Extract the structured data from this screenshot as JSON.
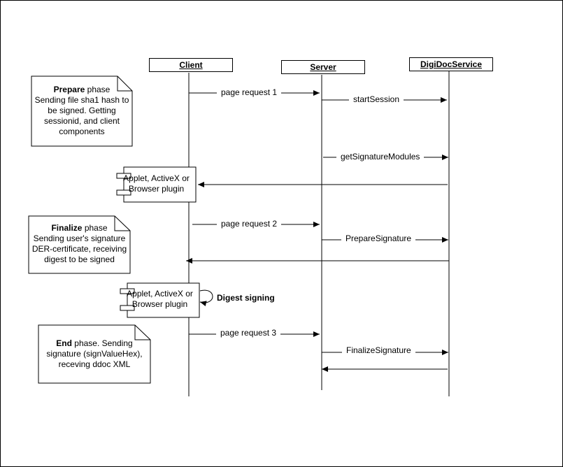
{
  "actors": {
    "client": "Client",
    "server": "Server",
    "digidoc": "DigiDocService"
  },
  "messages": {
    "page_request_1": "page request 1",
    "start_session": "startSession",
    "get_signature_modules": "getSignatureModules",
    "page_request_2": "page request 2",
    "prepare_signature": "PrepareSignature",
    "digest_signing": "Digest signing",
    "page_request_3": "page request 3",
    "finalize_signature": "FinalizeSignature"
  },
  "components": {
    "applet_1_line1": "Applet, ActiveX or",
    "applet_1_line2": "Browser plugin",
    "applet_2_line1": "Applet, ActiveX or",
    "applet_2_line2": "Browser plugin"
  },
  "notes": {
    "prepare": {
      "title": "Prepare",
      "suffix": " phase",
      "lines": [
        "Sending file sha1 hash to",
        "be signed. Getting",
        "sessionid, and client",
        "components"
      ]
    },
    "finalize": {
      "title": "Finalize",
      "suffix": " phase",
      "lines": [
        "Sending user's signature",
        "DER-certificate, receiving",
        "digest to be signed"
      ]
    },
    "end": {
      "title": "End",
      "suffix": " phase. Sending",
      "lines": [
        "signature (signValueHex),",
        "receving ddoc XML"
      ]
    }
  }
}
